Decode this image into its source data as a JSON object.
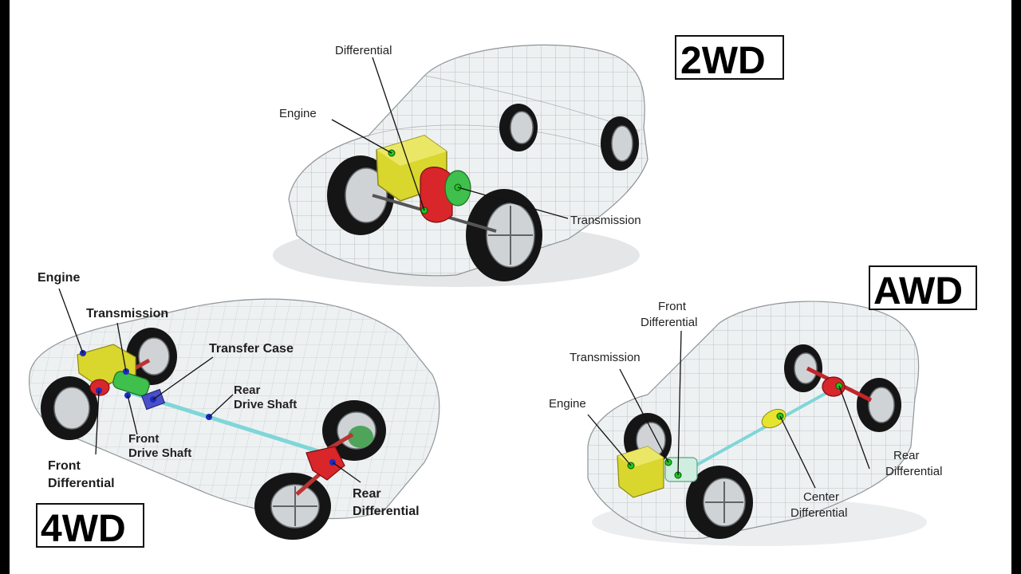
{
  "diagrams": {
    "twd": {
      "title": "2WD",
      "labels": {
        "differential": "Differential",
        "engine": "Engine",
        "transmission": "Transmission"
      }
    },
    "fwd": {
      "title": "4WD",
      "labels": {
        "engine": "Engine",
        "transmission": "Transmission",
        "transfer_case": "Transfer Case",
        "rear_drive_shaft_1": "Rear",
        "rear_drive_shaft_2": "Drive Shaft",
        "front_drive_shaft_1": "Front",
        "front_drive_shaft_2": "Drive Shaft",
        "front_differential_1": "Front",
        "front_differential_2": "Differential",
        "rear_differential_1": "Rear",
        "rear_differential_2": "Differential"
      }
    },
    "awd": {
      "title": "AWD",
      "labels": {
        "front_differential_1": "Front",
        "front_differential_2": "Differential",
        "transmission": "Transmission",
        "engine": "Engine",
        "rear_differential_1": "Rear",
        "rear_differential_2": "Differential",
        "center_differential_1": "Center",
        "center_differential_2": "Differential"
      }
    }
  },
  "colors": {
    "engine": "#d9d62e",
    "differential_red": "#d8262b",
    "transmission_green": "#3fbf4c",
    "transfer_case_blue": "#4a4fc8",
    "shaft_cyan": "#7fd6d8",
    "point_green": "#1ec81e",
    "point_blue": "#1a2bc0"
  }
}
